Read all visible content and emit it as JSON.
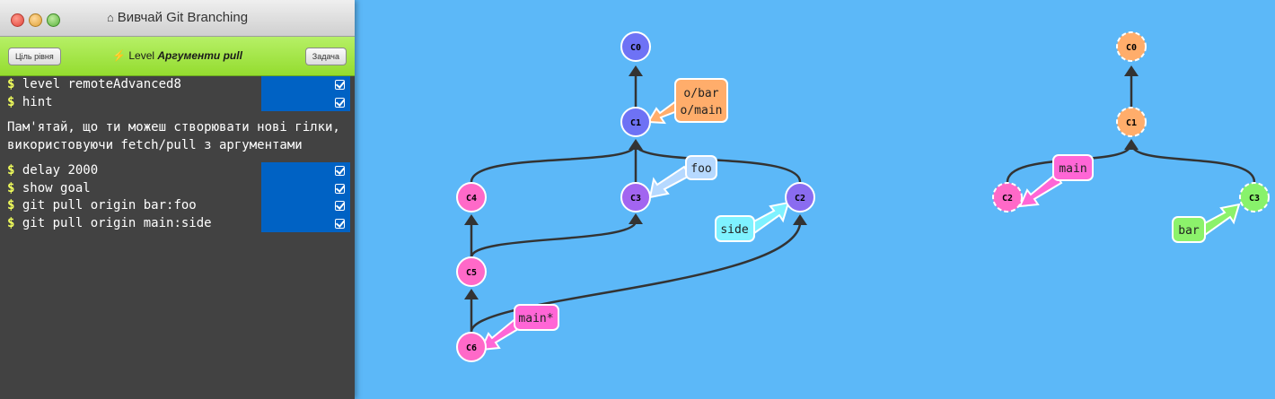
{
  "window": {
    "title": "Вивчай Git Branching",
    "traffic_colors": [
      "#e0443a",
      "#dea137",
      "#59b33b"
    ]
  },
  "levelbar": {
    "goal_button": "Ціль рівня",
    "task_button": "Задача",
    "level_prefix": "Level",
    "level_name": "Аргументи pull",
    "bolt_icon": "⚡"
  },
  "console": {
    "commands_top": [
      {
        "text": "level remoteAdvanced8",
        "done": true
      },
      {
        "text": "hint",
        "done": true
      }
    ],
    "hint": "Пам'ятай, що ти можеш створювати нові гілки, використовуючи fetch/pull з аргументами",
    "commands_bottom": [
      {
        "text": "delay 2000",
        "done": true
      },
      {
        "text": "show goal",
        "done": true
      },
      {
        "text": "git pull origin bar:foo",
        "done": true
      },
      {
        "text": "git pull origin main:side",
        "done": true
      }
    ],
    "prompt": "$"
  },
  "left_tree": {
    "nodes": [
      "C0",
      "C1",
      "C2",
      "C3",
      "C4",
      "C5",
      "C6"
    ],
    "branches": [
      {
        "name": "o/bar",
        "target": "C1",
        "color": "#ffad6b"
      },
      {
        "name": "o/main",
        "target": "C1",
        "color": "#ffad6b"
      },
      {
        "name": "foo",
        "target": "C3",
        "color": "#b6d9ff"
      },
      {
        "name": "side",
        "target": "C2",
        "color": "#7ef2ff"
      },
      {
        "name": "main*",
        "target": "C6",
        "color": "#ff66d6"
      }
    ],
    "node_colors": {
      "blue": "#6e72f5",
      "purple": "#a265f0",
      "pink": "#ff69c8"
    }
  },
  "right_tree": {
    "nodes": [
      "C0",
      "C1",
      "C2",
      "C3"
    ],
    "branches": [
      {
        "name": "main",
        "target": "C2",
        "color": "#ff66d6"
      },
      {
        "name": "bar",
        "target": "C3",
        "color": "#8cf26b"
      }
    ],
    "node_colors": {
      "orange": "#ffad6b",
      "pink": "#ff69c8",
      "green": "#88f26b"
    }
  }
}
